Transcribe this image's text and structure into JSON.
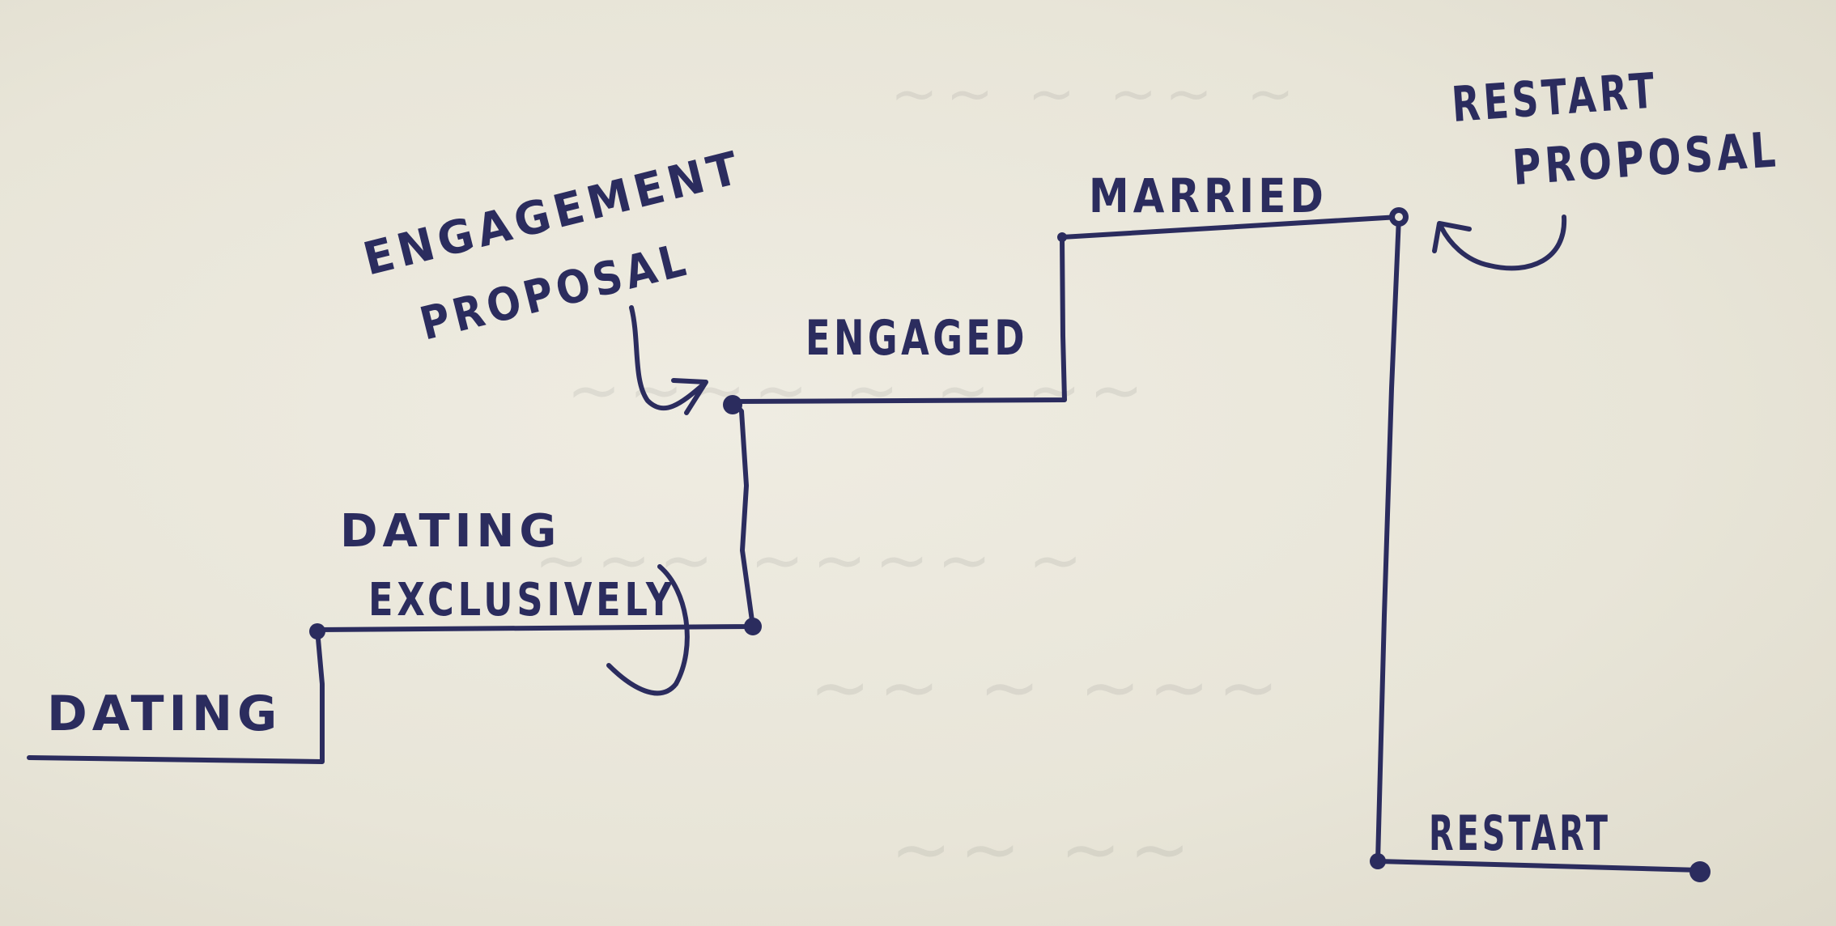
{
  "diagram": {
    "labels": {
      "dating": "DATING",
      "dating_exclusive_line1": "DATING",
      "dating_exclusive_line2": "EXCLUSIVELY",
      "engagement_proposal_line1": "ENGAGEMENT",
      "engagement_proposal_line2": "PROPOSAL",
      "engaged": "ENGAGED",
      "married": "MARRIED",
      "restart_proposal_line1": "RESTART",
      "restart_proposal_line2": "PROPOSAL",
      "restart": "RESTART"
    },
    "colors": {
      "ink": "#2b2c5e",
      "paper": "#e9e6da"
    }
  }
}
